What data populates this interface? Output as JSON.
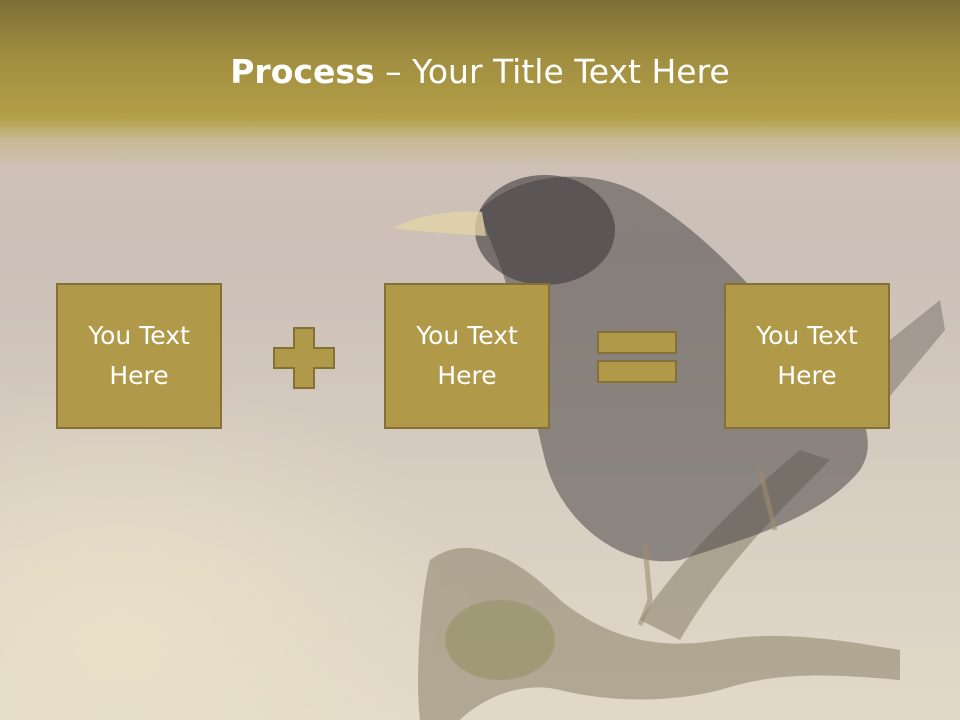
{
  "slide": {
    "title_bold": "Process",
    "title_rest": " – Your Title Text Here",
    "boxes": [
      {
        "text": "You Text Here"
      },
      {
        "text": "You Text Here"
      },
      {
        "text": "You Text Here"
      }
    ],
    "operators": [
      "plus-icon",
      "equals-icon"
    ],
    "colors": {
      "box_fill": "#b1994a",
      "box_border": "#857135",
      "title_band": "#a18f40",
      "text": "#ffffff"
    }
  }
}
